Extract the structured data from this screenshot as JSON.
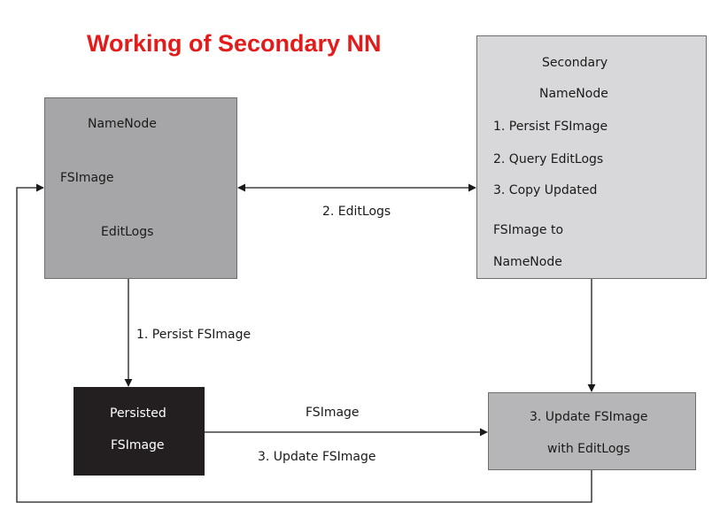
{
  "title": "Working of Secondary NN",
  "colors": {
    "title": "#e41b1b",
    "namenode_fill": "#a6a6a8",
    "secondary_fill": "#d8d8da",
    "persisted_fill": "#231f20",
    "update_fill": "#b6b6b8",
    "line": "#1a1a1a"
  },
  "namenode": {
    "title": "NameNode",
    "fsimage": "FSImage",
    "editlogs": "EditLogs"
  },
  "secondary": {
    "line1": "Secondary",
    "line2": "NameNode",
    "step1": "1. Persist FSImage",
    "step2": "2. Query EditLogs",
    "step3": "3. Copy Updated",
    "step3b": "FSImage to",
    "step3c": "NameNode"
  },
  "persisted": {
    "line1": "Persisted",
    "line2": "FSImage"
  },
  "update": {
    "line1": "3. Update FSImage",
    "line2": "with EditLogs"
  },
  "edges": {
    "editlogs": "2. EditLogs",
    "persist": "1. Persist FSImage",
    "fsimage": "FSImage",
    "update": "3. Update FSImage"
  }
}
